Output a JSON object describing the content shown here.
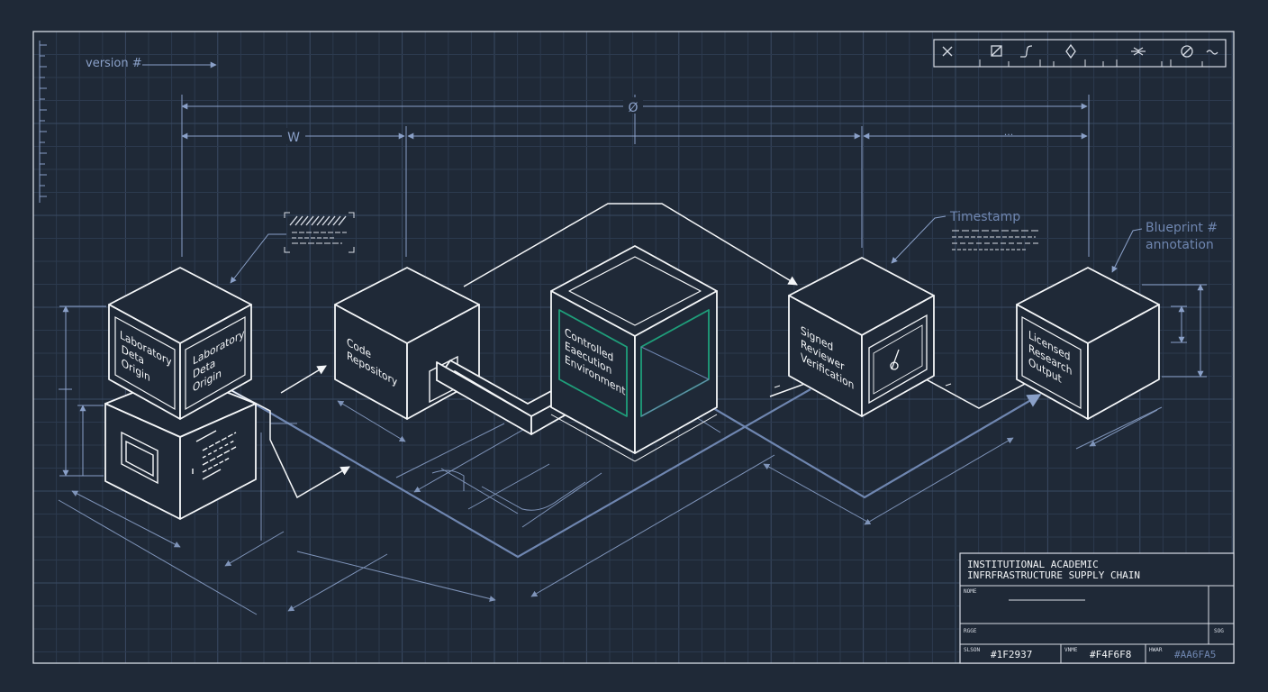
{
  "colors": {
    "background": "#1F2937",
    "line": "#F4F6F8",
    "accent": "#AA6FA5",
    "blueprint": "#6F86B0",
    "green": "#1F9E7A"
  },
  "labels": {
    "version": "version #",
    "dim_top": "Ø",
    "dim_w": "W",
    "dim_dots": "...",
    "timestamp": "Timestamp",
    "blueprint_line1": "Blueprint #",
    "blueprint_line2": "annotation"
  },
  "nodes": [
    {
      "id": "lab-front",
      "lines": [
        "Laboratory",
        "Deta",
        "Origin"
      ]
    },
    {
      "id": "lab-side",
      "lines": [
        "Laboratory",
        "Deta",
        "Origin"
      ]
    },
    {
      "id": "code",
      "lines": [
        "Code",
        "Repository"
      ]
    },
    {
      "id": "env",
      "lines": [
        "Controlled",
        "Eaecution",
        "Environment"
      ]
    },
    {
      "id": "signed",
      "lines": [
        "Signed",
        "Reviewer",
        "Verification"
      ]
    },
    {
      "id": "licensed",
      "lines": [
        "Licensed",
        "Research",
        "Output"
      ]
    }
  ],
  "toolbar": {
    "icons": [
      "close-icon",
      "box-icon",
      "curve-icon",
      "diamond-icon",
      "scale-icon",
      "no-icon",
      "wave-icon"
    ]
  },
  "title_block": {
    "title_line1": "INSTITUTIONAL ACADEMIC",
    "title_line2": "INFRFRASTRUCTURE  SUPPLY CHAIN",
    "name_label": "NOME",
    "row_label": "RGGE",
    "row_right": "SOG",
    "cells": [
      {
        "label": "SLSON",
        "value": "#1F2937"
      },
      {
        "label": "VNME",
        "value": "#F4F6F8"
      },
      {
        "label": "HWAR",
        "value": "#AA6FA5"
      }
    ]
  }
}
